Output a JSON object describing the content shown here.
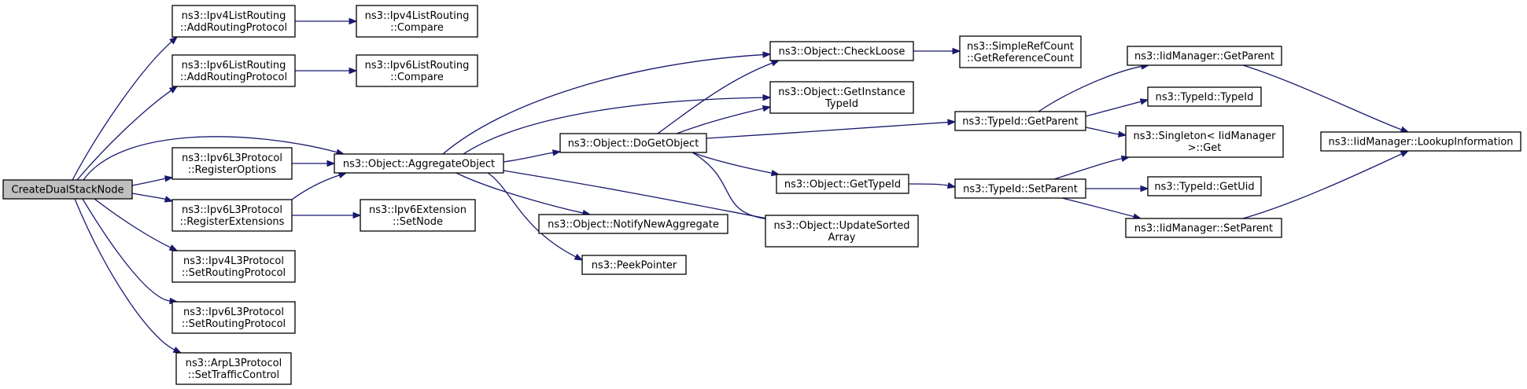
{
  "diagram": {
    "nodes": [
      {
        "id": "root",
        "lines": [
          "CreateDualStackNode"
        ],
        "root": true
      },
      {
        "id": "ipv4lr_add",
        "lines": [
          "ns3::Ipv4ListRouting",
          "::AddRoutingProtocol"
        ]
      },
      {
        "id": "ipv4lr_cmp",
        "lines": [
          "ns3::Ipv4ListRouting",
          "::Compare"
        ]
      },
      {
        "id": "ipv6lr_add",
        "lines": [
          "ns3::Ipv6ListRouting",
          "::AddRoutingProtocol"
        ]
      },
      {
        "id": "ipv6lr_cmp",
        "lines": [
          "ns3::Ipv6ListRouting",
          "::Compare"
        ]
      },
      {
        "id": "ipv6l3_regopt",
        "lines": [
          "ns3::Ipv6L3Protocol",
          "::RegisterOptions"
        ]
      },
      {
        "id": "ipv6l3_regext",
        "lines": [
          "ns3::Ipv6L3Protocol",
          "::RegisterExtensions"
        ]
      },
      {
        "id": "ipv4l3_setrp",
        "lines": [
          "ns3::Ipv4L3Protocol",
          "::SetRoutingProtocol"
        ]
      },
      {
        "id": "ipv6l3_setrp",
        "lines": [
          "ns3::Ipv6L3Protocol",
          "::SetRoutingProtocol"
        ]
      },
      {
        "id": "arp_settc",
        "lines": [
          "ns3::ArpL3Protocol",
          "::SetTrafficControl"
        ]
      },
      {
        "id": "agg",
        "lines": [
          "ns3::Object::AggregateObject"
        ]
      },
      {
        "id": "ipv6ext_setnode",
        "lines": [
          "ns3::Ipv6Extension",
          "::SetNode"
        ]
      },
      {
        "id": "dogetobject",
        "lines": [
          "ns3::Object::DoGetObject"
        ]
      },
      {
        "id": "notify",
        "lines": [
          "ns3::Object::NotifyNewAggregate"
        ]
      },
      {
        "id": "peek",
        "lines": [
          "ns3::PeekPointer"
        ]
      },
      {
        "id": "checkloose",
        "lines": [
          "ns3::Object::CheckLoose"
        ]
      },
      {
        "id": "getinst",
        "lines": [
          "ns3::Object::GetInstance",
          "TypeId"
        ]
      },
      {
        "id": "gettypeid",
        "lines": [
          "ns3::Object::GetTypeId"
        ]
      },
      {
        "id": "updsorted",
        "lines": [
          "ns3::Object::UpdateSorted",
          "Array"
        ]
      },
      {
        "id": "refcount",
        "lines": [
          "ns3::SimpleRefCount",
          "::GetReferenceCount"
        ]
      },
      {
        "id": "tid_getparent",
        "lines": [
          "ns3::TypeId::GetParent"
        ]
      },
      {
        "id": "tid_setparent",
        "lines": [
          "ns3::TypeId::SetParent"
        ]
      },
      {
        "id": "iid_getparent",
        "lines": [
          "ns3::IidManager::GetParent"
        ]
      },
      {
        "id": "tid_typeid",
        "lines": [
          "ns3::TypeId::TypeId"
        ]
      },
      {
        "id": "singleton_get",
        "lines": [
          "ns3::Singleton< IidManager",
          " >::Get"
        ]
      },
      {
        "id": "tid_getuid",
        "lines": [
          "ns3::TypeId::GetUid"
        ]
      },
      {
        "id": "iid_setparent",
        "lines": [
          "ns3::IidManager::SetParent"
        ]
      },
      {
        "id": "iid_lookup",
        "lines": [
          "ns3::IidManager::LookupInformation"
        ]
      }
    ],
    "edges": [
      {
        "from": "root",
        "to": "ipv4lr_add"
      },
      {
        "from": "root",
        "to": "ipv6lr_add"
      },
      {
        "from": "root",
        "to": "agg"
      },
      {
        "from": "root",
        "to": "ipv6l3_regopt"
      },
      {
        "from": "root",
        "to": "ipv6l3_regext"
      },
      {
        "from": "root",
        "to": "ipv4l3_setrp"
      },
      {
        "from": "root",
        "to": "ipv6l3_setrp"
      },
      {
        "from": "root",
        "to": "arp_settc"
      },
      {
        "from": "ipv4lr_add",
        "to": "ipv4lr_cmp"
      },
      {
        "from": "ipv6lr_add",
        "to": "ipv6lr_cmp"
      },
      {
        "from": "ipv6l3_regopt",
        "to": "agg"
      },
      {
        "from": "ipv6l3_regext",
        "to": "agg"
      },
      {
        "from": "ipv6l3_regext",
        "to": "ipv6ext_setnode"
      },
      {
        "from": "agg",
        "to": "checkloose"
      },
      {
        "from": "agg",
        "to": "getinst"
      },
      {
        "from": "agg",
        "to": "dogetobject"
      },
      {
        "from": "agg",
        "to": "notify"
      },
      {
        "from": "agg",
        "to": "peek"
      },
      {
        "from": "agg",
        "to": "updsorted"
      },
      {
        "from": "dogetobject",
        "to": "checkloose"
      },
      {
        "from": "dogetobject",
        "to": "getinst"
      },
      {
        "from": "dogetobject",
        "to": "tid_getparent"
      },
      {
        "from": "dogetobject",
        "to": "gettypeid"
      },
      {
        "from": "dogetobject",
        "to": "updsorted"
      },
      {
        "from": "checkloose",
        "to": "refcount"
      },
      {
        "from": "gettypeid",
        "to": "tid_setparent"
      },
      {
        "from": "tid_getparent",
        "to": "iid_getparent"
      },
      {
        "from": "tid_getparent",
        "to": "tid_typeid"
      },
      {
        "from": "tid_getparent",
        "to": "singleton_get"
      },
      {
        "from": "tid_setparent",
        "to": "singleton_get"
      },
      {
        "from": "tid_setparent",
        "to": "tid_getuid"
      },
      {
        "from": "tid_setparent",
        "to": "iid_setparent"
      },
      {
        "from": "iid_getparent",
        "to": "iid_lookup"
      },
      {
        "from": "iid_setparent",
        "to": "iid_lookup"
      }
    ]
  },
  "colors": {
    "edge": "#191970",
    "node_border": "#000000",
    "root_fill": "#bfbfbf",
    "node_fill": "#ffffff"
  }
}
